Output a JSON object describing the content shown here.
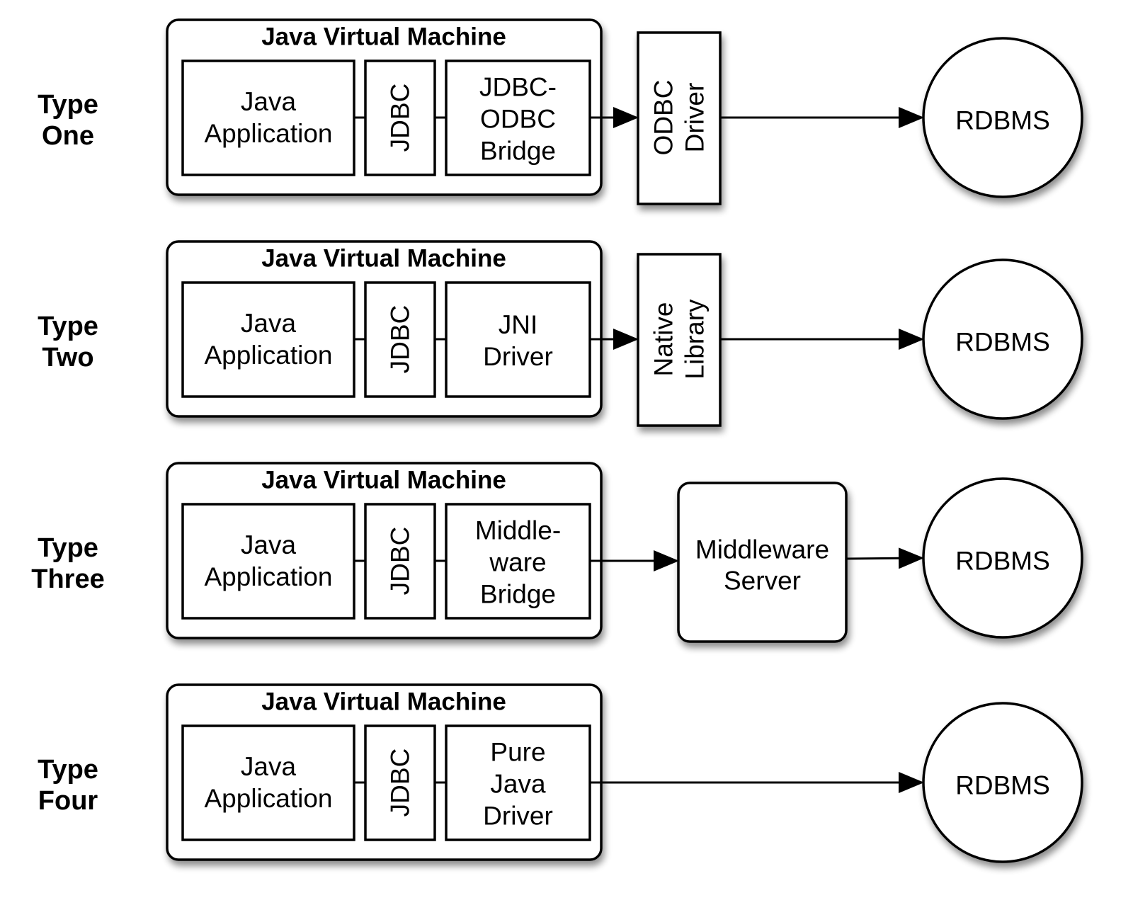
{
  "jvm_title": "Java Virtual Machine",
  "java_app": [
    "Java",
    "Application"
  ],
  "jdbc": "JDBC",
  "rdbms": "RDBMS",
  "rows": [
    {
      "label": [
        "Type",
        "One"
      ],
      "driver": [
        "JDBC-",
        "ODBC",
        "Bridge"
      ],
      "middle": {
        "kind": "vertical-box",
        "lines": [
          "ODBC",
          "Driver"
        ]
      }
    },
    {
      "label": [
        "Type",
        "Two"
      ],
      "driver": [
        "JNI",
        "Driver"
      ],
      "middle": {
        "kind": "vertical-box",
        "lines": [
          "Native",
          "Library"
        ]
      }
    },
    {
      "label": [
        "Type",
        "Three"
      ],
      "driver": [
        "Middle-",
        "ware",
        "Bridge"
      ],
      "middle": {
        "kind": "server-box",
        "lines": [
          "Middleware",
          "Server"
        ]
      }
    },
    {
      "label": [
        "Type",
        "Four"
      ],
      "driver": [
        "Pure",
        "Java",
        "Driver"
      ],
      "middle": null
    }
  ]
}
